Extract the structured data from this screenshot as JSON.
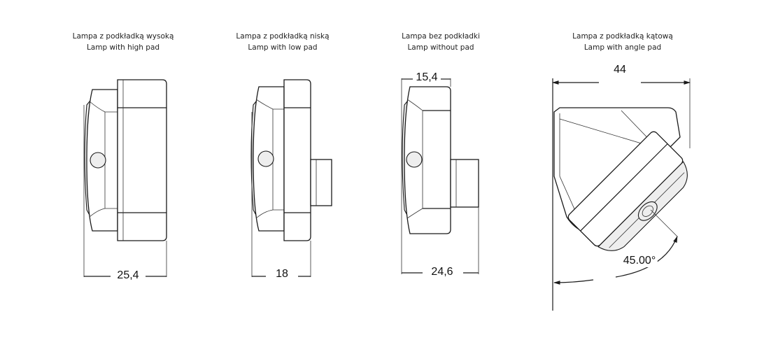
{
  "drawings": [
    {
      "caption_pl": "Lampa z podkładką wysoką",
      "caption_en": "Lamp with high pad",
      "dimension": "25,4"
    },
    {
      "caption_pl": "Lampa z podkładką niską",
      "caption_en": "Lamp with low pad",
      "dimension": "18"
    },
    {
      "caption_pl": "Lampa bez podkładki",
      "caption_en": "Lamp without pad",
      "dimension_top": "15,4",
      "dimension": "24,6"
    },
    {
      "caption_pl": "Lampa z podkładką kątową",
      "caption_en": "Lamp with angle pad",
      "dimension": "44",
      "angle": "45.00°"
    }
  ]
}
